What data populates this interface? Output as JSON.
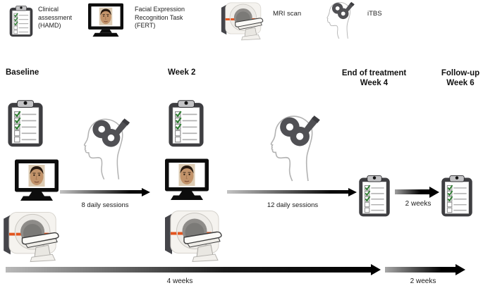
{
  "figure": {
    "type": "study-timeline-diagram",
    "legend": [
      {
        "icon": "clipboard-icon",
        "label": "Clinical\nassessment\n(HAMD)"
      },
      {
        "icon": "monitor-face-icon",
        "label": "Facial Expression\nRecognition Task\n(FERT)"
      },
      {
        "icon": "mri-scanner-icon",
        "label": "MRI scan"
      },
      {
        "icon": "itbs-head-icon",
        "label": "iTBS"
      }
    ],
    "stages": [
      {
        "title": "Baseline",
        "icons": [
          "clipboard-icon",
          "monitor-face-icon",
          "mri-scanner-icon"
        ]
      },
      {
        "title": "Week 2",
        "icons": [
          "clipboard-icon",
          "monitor-face-icon",
          "mri-scanner-icon"
        ]
      },
      {
        "title": "End of treatment\nWeek 4",
        "icons": [
          "clipboard-icon"
        ]
      },
      {
        "title": "Follow-up\nWeek 6",
        "icons": [
          "clipboard-icon"
        ]
      }
    ],
    "intervals": [
      {
        "label": "8 daily sessions",
        "icon": "itbs-head-icon"
      },
      {
        "label": "12 daily sessions",
        "icon": "itbs-head-icon"
      },
      {
        "label": "2 weeks"
      }
    ],
    "overall_timeline": [
      {
        "label": "4 weeks"
      },
      {
        "label": "2 weeks"
      }
    ],
    "colors": {
      "arrow_gradient_start": "#b9b9b9",
      "arrow_gradient_end": "#000000",
      "mri_stripe_orange": "#e2551f",
      "checkmark_green": "#2e7d31",
      "coil_gray": "#505054",
      "clipboard_frame": "#3e3e41"
    }
  }
}
